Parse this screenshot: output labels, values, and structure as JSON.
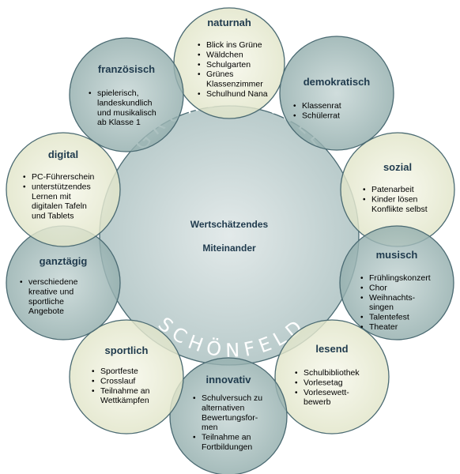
{
  "center": {
    "arc_top": "GRUNDSCHULE",
    "arc_bottom": "SCHÖNFELD",
    "line1": "Wertschätzendes",
    "line2": "Miteinander"
  },
  "colors": {
    "light_fill": "#eef0d9",
    "dark_fill": "#a6bcbb",
    "center_fill": "#d7e1e1",
    "stroke": "#4a6a72",
    "title_color": "#1f3a4d"
  },
  "bubbles": [
    {
      "title": "naturnah",
      "tone": "light",
      "items": [
        [
          "Blick ins Grüne"
        ],
        [
          "Wäldchen"
        ],
        [
          "Schulgarten"
        ],
        [
          "Grünes",
          "Klassenzimmer"
        ],
        [
          "Schulhund Nana"
        ]
      ]
    },
    {
      "title": "demokratisch",
      "tone": "dark",
      "items": [
        [
          "Klassenrat"
        ],
        [
          "Schülerrat"
        ]
      ]
    },
    {
      "title": "sozial",
      "tone": "light",
      "items": [
        [
          "Patenarbeit"
        ],
        [
          "Kinder lösen",
          "Konflikte selbst"
        ]
      ]
    },
    {
      "title": "musisch",
      "tone": "dark",
      "items": [
        [
          "Frühlingskonzert"
        ],
        [
          "Chor"
        ],
        [
          "Weihnachts-",
          "singen"
        ],
        [
          "Talentefest"
        ],
        [
          "Theater"
        ]
      ]
    },
    {
      "title": "lesend",
      "tone": "light",
      "items": [
        [
          "Schulbibliothek"
        ],
        [
          "Vorlesetag"
        ],
        [
          "Vorlesewett-",
          "bewerb"
        ]
      ]
    },
    {
      "title": "innovativ",
      "tone": "dark",
      "items": [
        [
          "Schulversuch zu",
          "alternativen",
          "Bewertungsfor-",
          "men"
        ],
        [
          "Teilnahme an",
          "Fortbildungen"
        ]
      ]
    },
    {
      "title": "sportlich",
      "tone": "light",
      "items": [
        [
          "Sportfeste"
        ],
        [
          "Crosslauf"
        ],
        [
          "Teilnahme an",
          "Wettkämpfen"
        ]
      ]
    },
    {
      "title": "ganztägig",
      "tone": "dark",
      "items": [
        [
          "verschiedene",
          "kreative und",
          "sportliche",
          "Angebote"
        ]
      ]
    },
    {
      "title": "digital",
      "tone": "light",
      "items": [
        [
          "PC-Führerschein"
        ],
        [
          "unterstützendes",
          "Lernen mit",
          "digitalen Tafeln",
          "und Tablets"
        ]
      ]
    },
    {
      "title": "französisch",
      "tone": "dark",
      "items": [
        [
          "spielerisch,",
          "landeskundlich",
          "und musikalisch",
          "ab Klasse 1"
        ]
      ]
    }
  ]
}
